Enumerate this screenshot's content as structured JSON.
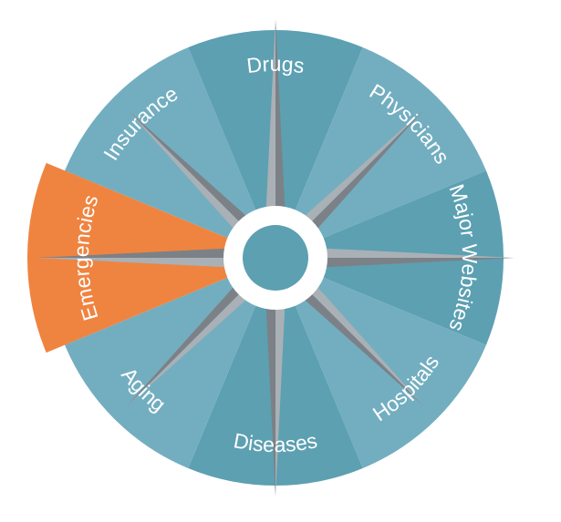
{
  "segments": [
    {
      "id": "insurance",
      "label": "Insurance",
      "color": "#72aec0",
      "active": false
    },
    {
      "id": "drugs",
      "label": "Drugs",
      "color": "#5ca0b2",
      "active": false
    },
    {
      "id": "physicians",
      "label": "Physicians",
      "color": "#72aec0",
      "active": false
    },
    {
      "id": "major-websites",
      "label": "Major Websites",
      "color": "#5ca0b2",
      "active": false
    },
    {
      "id": "hospitals",
      "label": "Hospitals",
      "color": "#72aec0",
      "active": false
    },
    {
      "id": "diseases",
      "label": "Diseases",
      "color": "#5ca0b2",
      "active": false
    },
    {
      "id": "aging",
      "label": "Aging",
      "color": "#72aec0",
      "active": false
    },
    {
      "id": "emergencies",
      "label": "Emergencies",
      "color": "#ef8440",
      "active": true
    }
  ],
  "colors": {
    "star_light": "#a9b0b6",
    "star_dark": "#7c8187",
    "hub_ring": "#ffffff",
    "hub_center": "#5ca0b2",
    "accent": "#ef8440"
  }
}
